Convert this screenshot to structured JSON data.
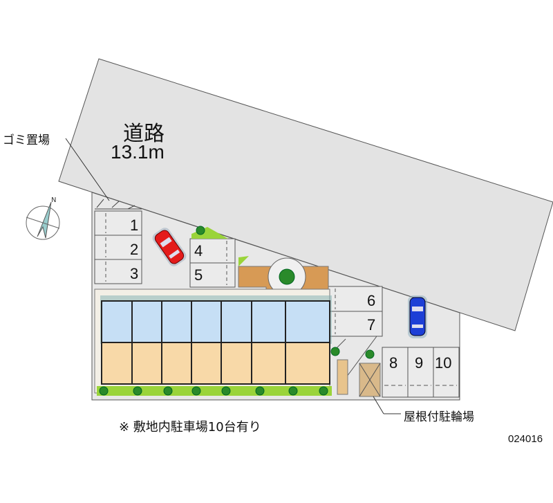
{
  "road": {
    "name": "道路",
    "width": "13.1m"
  },
  "labels": {
    "garbage": "ゴミ置場",
    "bicycle_parking": "屋根付駐輪場",
    "note": "※ 敷地内駐車場10台有り",
    "code": "024016",
    "north": "N"
  },
  "parking_slots": [
    "1",
    "2",
    "3",
    "4",
    "5",
    "6",
    "7",
    "8",
    "9",
    "10"
  ],
  "colors": {
    "road": "#e3e3e3",
    "lot": "#e8e8e8",
    "unit_upper": "#c6dff5",
    "unit_lower": "#f8d9a8",
    "green": "#9ad43a",
    "car_red": "#e41b1b",
    "car_blue": "#1d3fd6"
  }
}
